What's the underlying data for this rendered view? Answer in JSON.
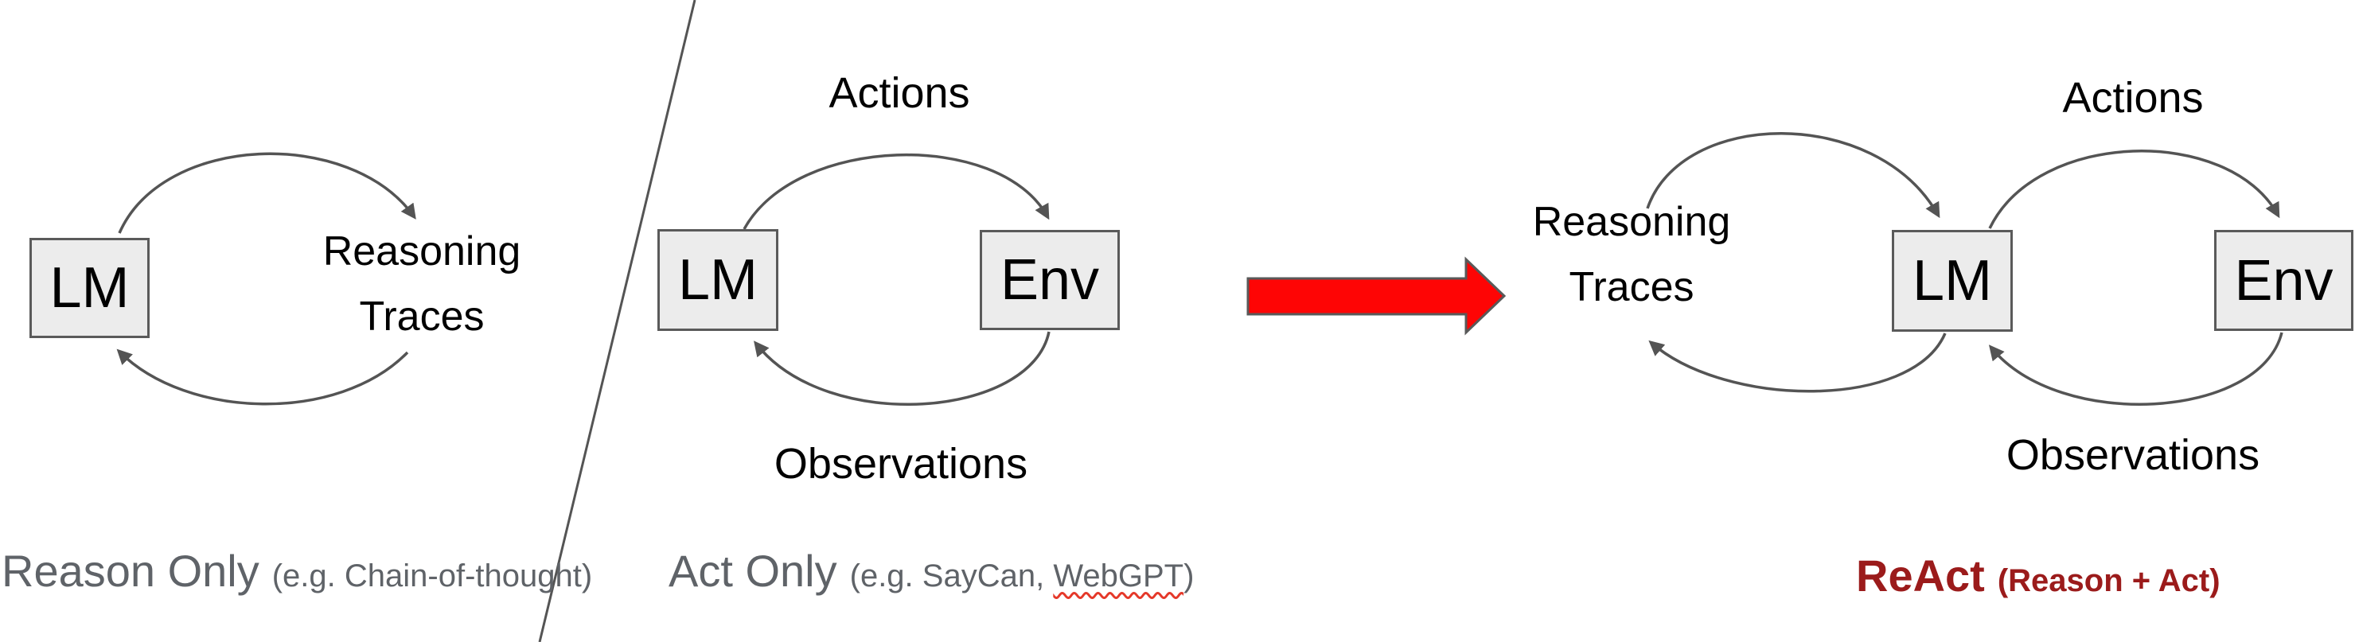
{
  "figure": {
    "panel_reason_only": {
      "box_lm": "LM",
      "node_reasoning_traces": "Reasoning Traces",
      "caption": "Reason Only",
      "caption_example": "(e.g. Chain-of-thought)"
    },
    "panel_act_only": {
      "box_lm": "LM",
      "box_env": "Env",
      "label_actions": "Actions",
      "label_observations": "Observations",
      "caption": "Act Only",
      "caption_example_prefix": "(e.g. SayCan, ",
      "caption_example_misspelled": "WebGPT",
      "caption_example_suffix": ")"
    },
    "panel_react": {
      "node_reasoning_traces": "Reasoning Traces",
      "box_lm": "LM",
      "box_env": "Env",
      "label_actions": "Actions",
      "label_observations": "Observations",
      "caption": "ReAct",
      "caption_example": "(Reason + Act)"
    },
    "colors": {
      "box_fill": "#ececec",
      "box_border": "#5a5a5a",
      "arc_stroke": "#545454",
      "caption_gray": "#5f6368",
      "react_red": "#9b1b1b",
      "arrow_red": "#fe0505",
      "spellcheck_red": "#e5392a"
    }
  }
}
